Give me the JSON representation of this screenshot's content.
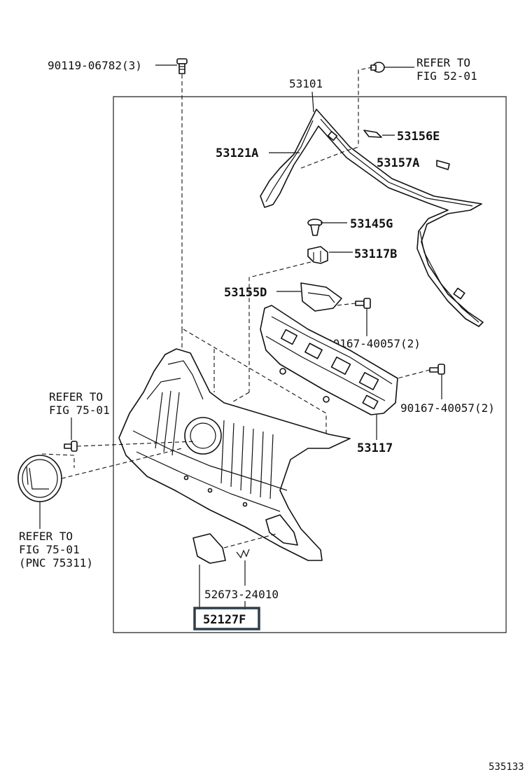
{
  "parts": {
    "bolt_top_left": "90119-06782(3)",
    "refer_top_line1": "REFER TO",
    "refer_top_line2": "FIG 52-01",
    "grille_assy": "53101",
    "molding_left": "53121A",
    "clip_e": "53156E",
    "clip_a": "53157A",
    "clip_g": "53145G",
    "bracket_b": "53117B",
    "seal_d": "53155D",
    "screw_1": "90167-40057(2)",
    "screw_2": "90167-40057(2)",
    "support": "53117",
    "refer_left_line1": "REFER TO",
    "refer_left_line2": "FIG 75-01",
    "refer_emblem_line1": "REFER TO",
    "refer_emblem_line2": "FIG 75-01",
    "refer_emblem_line3": "(PNC 75311)",
    "spring": "52673-24010",
    "cover_highlighted": "52127F"
  },
  "figure_id": "535133"
}
